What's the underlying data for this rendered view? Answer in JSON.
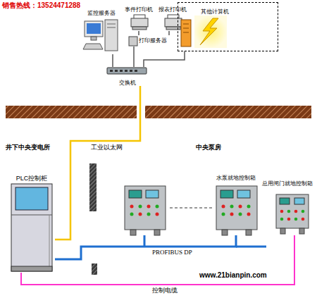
{
  "diagram": {
    "nodes": [
      {
        "text": [
          "监控服务器"
        ]
      },
      {
        "text": [
          "事件打印机"
        ]
      },
      {
        "text": [
          "报表打印机"
        ]
      },
      {
        "text": [
          "打印服务器"
        ]
      },
      {
        "text": [
          "其他计算机"
        ]
      },
      {
        "text": [
          "交换机"
        ]
      },
      {
        "text": [
          "PLC控制柜"
        ]
      },
      {
        "text": [
          "水泵就地控制箱"
        ]
      },
      {
        "text": [
          "总用闸门就地控制箱"
        ]
      }
    ],
    "edges": [
      {
        "from": 0,
        "to": 5,
        "arrow": "none"
      },
      {
        "from": 1,
        "to": 3,
        "arrow": "none"
      },
      {
        "from": 2,
        "to": 3,
        "arrow": "none"
      },
      {
        "from": 3,
        "to": 5,
        "arrow": "none"
      },
      {
        "from": 4,
        "to": 5,
        "arrow": "none"
      },
      {
        "from": 5,
        "to": 6,
        "label": "工业以太网",
        "arrow": "none"
      },
      {
        "from": 6,
        "to": 7,
        "label": "PROFIBUS DP",
        "arrow": "none"
      },
      {
        "from": 6,
        "to": 8,
        "label": "控制电缆",
        "arrow": "none"
      }
    ],
    "labels": [
      "销售热线：13524471288",
      "井下中央变电所",
      "中央泵房",
      "www.21bianpin.com"
    ]
  }
}
